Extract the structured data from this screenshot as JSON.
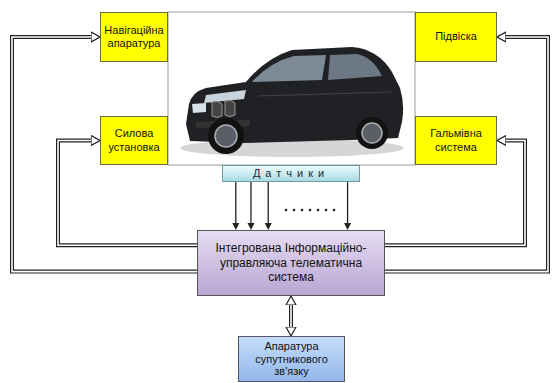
{
  "diagram": {
    "nodes": [
      {
        "text": [
          "Навігаційна апаратура"
        ]
      },
      {
        "text": [
          "Підвіска"
        ]
      },
      {
        "text": [
          "Силова установка"
        ]
      },
      {
        "text": [
          "Гальмівна система"
        ]
      },
      {
        "text": [
          "Датчики"
        ]
      },
      {
        "text": [
          "Інтегрована Інформаційно-управляюча телематична система"
        ]
      },
      {
        "text": [
          "Апаратура супутникового зв'язку"
        ]
      }
    ],
    "edges": [
      {
        "from": 5,
        "to": 0,
        "arrow": "to"
      },
      {
        "from": 5,
        "to": 2,
        "arrow": "to"
      },
      {
        "from": 5,
        "to": 1,
        "arrow": "to"
      },
      {
        "from": 5,
        "to": 3,
        "arrow": "to"
      },
      {
        "from": 4,
        "to": 5,
        "arrow": "to"
      },
      {
        "from": 4,
        "to": 5,
        "arrow": "to"
      },
      {
        "from": 4,
        "to": 5,
        "arrow": "to"
      },
      {
        "from": 4,
        "to": 5,
        "arrow": "to"
      },
      {
        "from": 5,
        "to": 6,
        "arrow": "both"
      }
    ]
  }
}
